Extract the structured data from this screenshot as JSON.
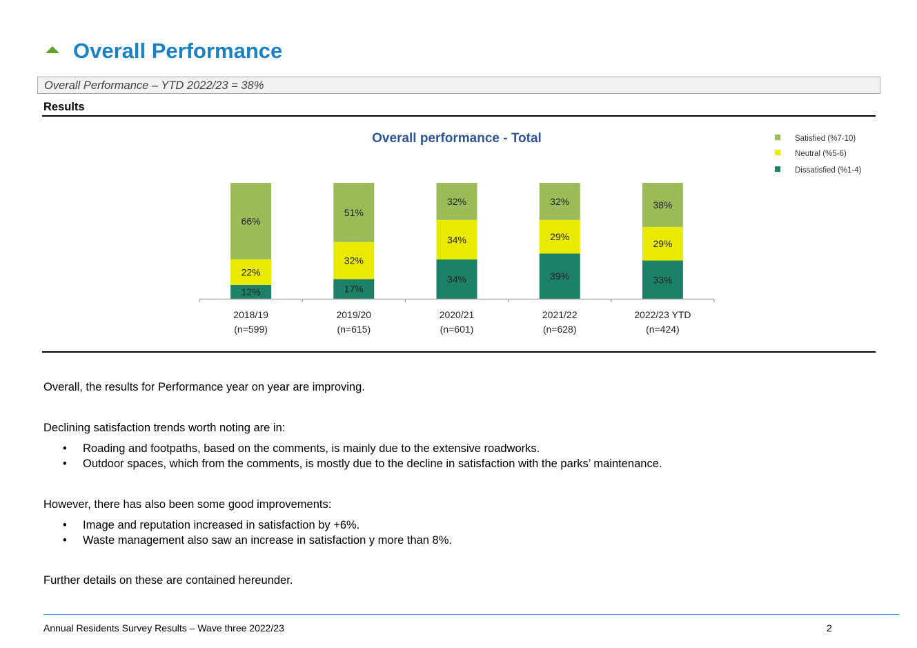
{
  "heading": {
    "title": "Overall Performance",
    "icon": "triangle-up-icon",
    "accent": "#1a82c4"
  },
  "ytd_box": {
    "text": "Overall Performance – YTD 2022/23 = 38%"
  },
  "results_label": "Results",
  "chart_data": {
    "type": "bar",
    "stacked": true,
    "title": "Overall performance - Total",
    "categories": [
      [
        "2018/19",
        "(n=599)"
      ],
      [
        "2019/20",
        "(n=615)"
      ],
      [
        "2020/21",
        "(n=601)"
      ],
      [
        "2021/22",
        "(n=628)"
      ],
      [
        "2022/23 YTD",
        "(n=424)"
      ]
    ],
    "series": [
      {
        "name": "Dissatisfied (%1-4)",
        "color": "#1d8068",
        "values": [
          12,
          17,
          34,
          39,
          33
        ]
      },
      {
        "name": "Neutral (%5-6)",
        "color": "#eaea00",
        "values": [
          22,
          32,
          34,
          29,
          29
        ]
      },
      {
        "name": "Satisfied (%7-10)",
        "color": "#9bbb59",
        "values": [
          66,
          51,
          32,
          32,
          38
        ]
      }
    ],
    "legend_order": [
      "Satisfied (%7-10)",
      "Neutral (%5-6)",
      "Dissatisfied (%1-4)"
    ],
    "legend_position": "top-right",
    "ylim": [
      0,
      100
    ],
    "grid": false,
    "value_suffix": "%"
  },
  "body": {
    "intro": "Overall, the results for Performance year on year are improving.",
    "declining_intro": "Declining satisfaction trends worth noting are in:",
    "declining_items": [
      "Roading and footpaths, based on the comments, is mainly due to the extensive roadworks.",
      "Outdoor spaces, which from the comments, is mostly due to the decline in satisfaction with the parks’ maintenance."
    ],
    "improving_intro": "However, there has also been some good improvements:",
    "improving_items": [
      "Image and reputation increased in satisfaction by +6%.",
      "Waste management also saw an increase in satisfaction y more than 8%."
    ],
    "closing": "Further details on these are contained hereunder."
  },
  "footer": {
    "left": "Annual Residents Survey Results – Wave three 2022/23",
    "page": "2"
  }
}
